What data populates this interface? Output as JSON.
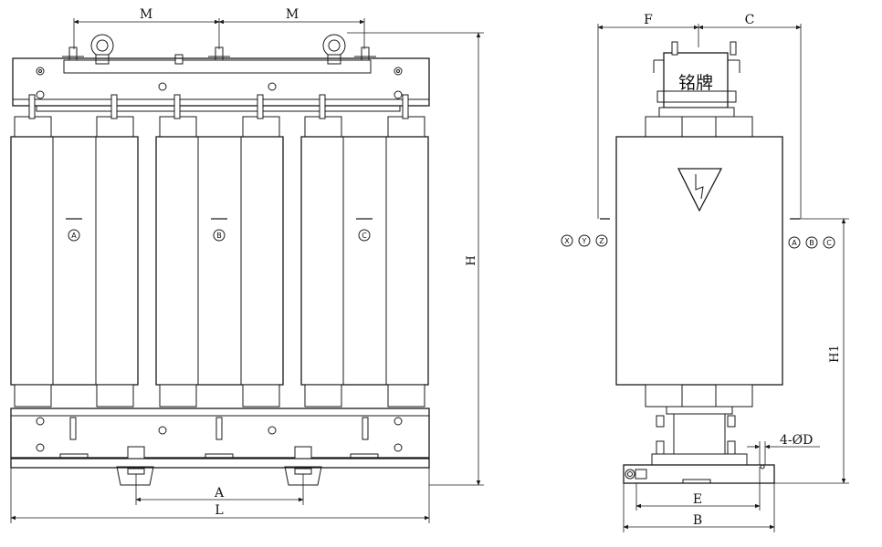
{
  "front_view": {
    "dims": {
      "m1": "M",
      "m2": "M",
      "h": "H",
      "a": "A",
      "l": "L"
    },
    "phases": [
      "A",
      "B",
      "C"
    ]
  },
  "side_view": {
    "dims": {
      "f": "F",
      "c": "C",
      "h1": "H1",
      "holes": "4-ØD",
      "e": "E",
      "b": "B"
    },
    "nameplate": "铭牌",
    "lv_terminals": [
      "X",
      "Y",
      "Z"
    ],
    "hv_terminals": [
      "A",
      "B",
      "C"
    ]
  }
}
